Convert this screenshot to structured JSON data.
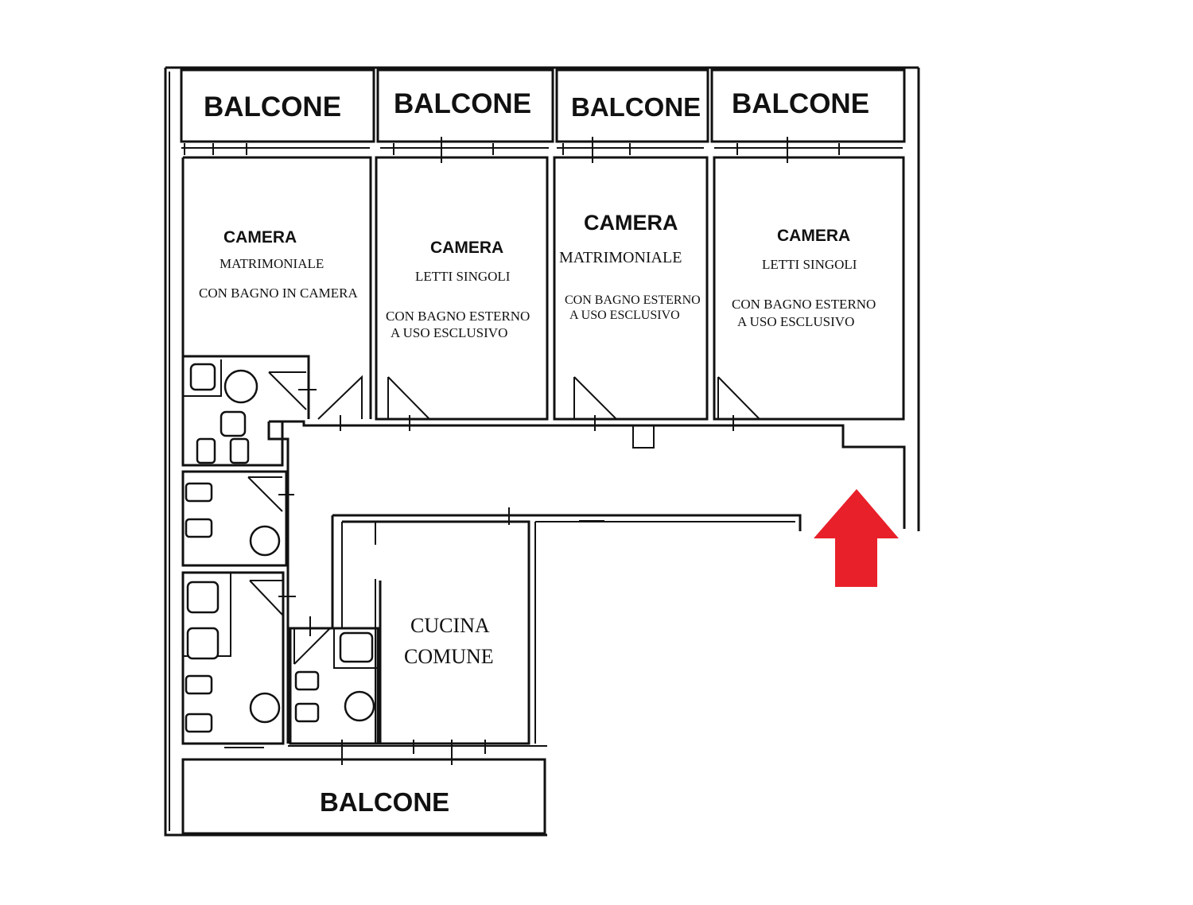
{
  "balconies": {
    "b1": "BALCONE",
    "b2": "BALCONE",
    "b3": "BALCONE",
    "b4": "BALCONE",
    "bottom": "BALCONE"
  },
  "rooms": {
    "room1": {
      "title": "CAMERA",
      "line1": "MATRIMONIALE",
      "line2": "CON BAGNO IN CAMERA"
    },
    "room2": {
      "title": "CAMERA",
      "line1": "LETTI SINGOLI",
      "line2": "CON BAGNO ESTERNO",
      "line3": "A USO ESCLUSIVO"
    },
    "room3": {
      "title": "CAMERA",
      "line1": "MATRIMONIALE",
      "line2": "CON BAGNO ESTERNO",
      "line3": "A USO ESCLUSIVO"
    },
    "room4": {
      "title": "CAMERA",
      "line1": "LETTI SINGOLI",
      "line2": "CON BAGNO ESTERNO",
      "line3": "A USO ESCLUSIVO"
    }
  },
  "kitchen": {
    "line1": "CUCINA",
    "line2": "COMUNE"
  },
  "colors": {
    "walls": "#111111",
    "entrance_arrow": "#e8202a",
    "background": "#ffffff"
  },
  "icons": {
    "entrance": "red-up-arrow-icon",
    "toilet": "toilet-icon",
    "bidet": "bidet-icon",
    "sink": "sink-icon",
    "shower": "shower-icon"
  }
}
